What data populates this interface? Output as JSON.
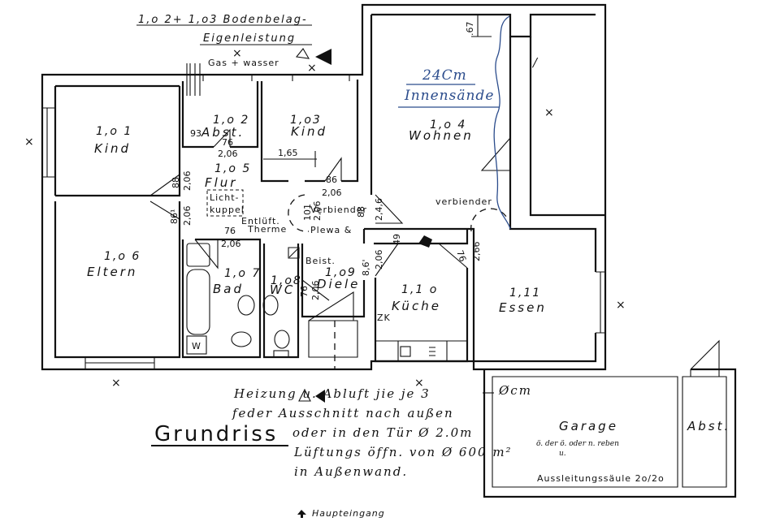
{
  "header": {
    "line1": "1,o 2+ 1,o3  Bodenbelag-",
    "line2": "Eigenleistung",
    "gas": "Gas + wasser"
  },
  "annotation_blue": {
    "line1": "24Cm",
    "line2": "Innensände"
  },
  "rooms": [
    {
      "id": "1,o 1",
      "name": "Kind"
    },
    {
      "id": "1,o 2",
      "name": "Abst."
    },
    {
      "id": "1,o3",
      "name": "Kind"
    },
    {
      "id": "1,o 4",
      "name": "Wohnen"
    },
    {
      "id": "1,o 5",
      "name": "Flur"
    },
    {
      "id": "1,o 6",
      "name": "Eltern"
    },
    {
      "id": "1,o 7",
      "name": "Bad"
    },
    {
      "id": "1,o8",
      "name": "WC"
    },
    {
      "id": "1,o9",
      "name": "Diele"
    },
    {
      "id": "1,1 o",
      "name": "Küche"
    },
    {
      "id": "1,11",
      "name": "Essen"
    },
    {
      "id": "",
      "name": "Garage"
    },
    {
      "id": "",
      "name": "Abst."
    }
  ],
  "dimensions": {
    "d67": ".67",
    "d93": "93",
    "d76a": "76",
    "d206a": "2,06",
    "d165": "1,65",
    "d86": "86",
    "d206b": "2,06",
    "d88a": "88",
    "d206c": "2,06",
    "d861": "86¹",
    "d206d": "2,06",
    "d76b": "76",
    "d206e": "2,06",
    "d88b": "88",
    "d246": "2,4,6",
    "d49": "49",
    "d76c": "76",
    "d266": "2,66",
    "d86c": "8,6'",
    "d206f": "2,06",
    "d101": "101",
    "d206g": "2,06",
    "d76d": "76",
    "d206h": "2,06"
  },
  "labels": {
    "licht": "Licht-",
    "kuppel": "kuppel",
    "entlueft": "Entlüft.",
    "therme": "Therme",
    "verbiender1": "Verbiender",
    "plewa": "Plewa &",
    "beist": "Beist.",
    "zk": "ZK",
    "w": "W",
    "verbiender2": "verbiender",
    "garage_note1": "ö. der ö. oder n. reben",
    "garage_note2": "u.",
    "ausleitung": "Aussleitungssäule 2o/2o",
    "haupteingang": "Haupteingang"
  },
  "title": "Grundriss",
  "notes": [
    "Heizung  u.  Abluft  jie  je  3",
    "feder  Ausschnitt  nach  außen",
    "oder  in  den  Tür  Ø  2.0m",
    "Lüftungs  öffn.  von  Ø  600 m²",
    "in  Außenwand."
  ],
  "note_tail": "Øcm"
}
